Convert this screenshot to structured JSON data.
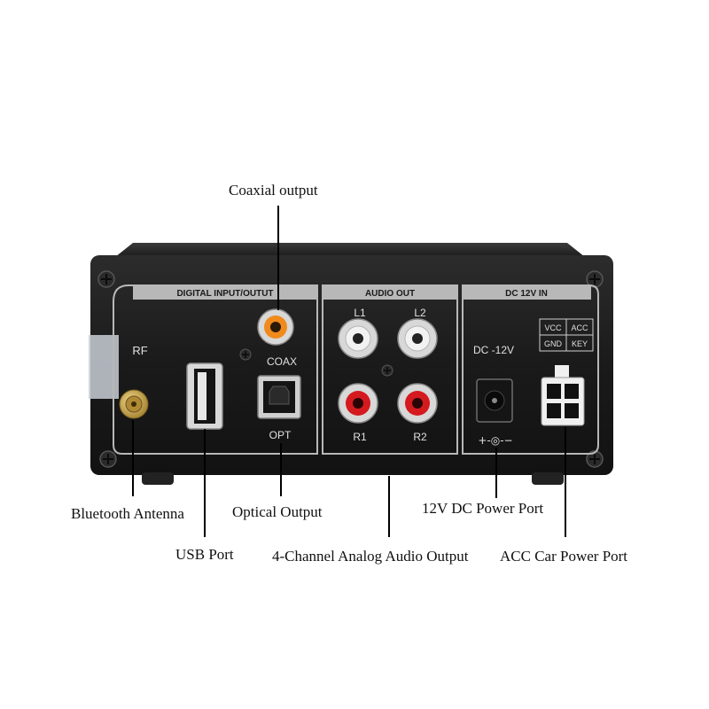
{
  "panel": {
    "sections": {
      "digital": "DIGITAL INPUT/OUTUT",
      "audio": "AUDIO OUT",
      "power": "DC 12V IN"
    },
    "labels": {
      "rf": "RF",
      "coax": "COAX",
      "opt": "OPT",
      "l1": "L1",
      "l2": "L2",
      "r1": "R1",
      "r2": "R2",
      "dc": "DC -12V",
      "vcc": "VCC",
      "acc": "ACC",
      "gnd": "GND",
      "key": "KEY",
      "polarity": "+-◎-−"
    }
  },
  "callouts": {
    "coaxial": "Coaxial output",
    "bluetooth": "Bluetooth Antenna",
    "optical": "Optical Output",
    "usb": "USB Port",
    "analog": "4-Channel Analog Audio Output",
    "dc_power": "12V DC Power Port",
    "acc_power": "ACC Car Power Port"
  },
  "colors": {
    "chassis": "#1b1b1b",
    "panel_line": "#b8b8b8",
    "rca_red": "#d41a1f",
    "rca_white": "#f2f2f2",
    "rca_orange": "#f08a1c",
    "antenna_gold": "#c9a24a"
  }
}
